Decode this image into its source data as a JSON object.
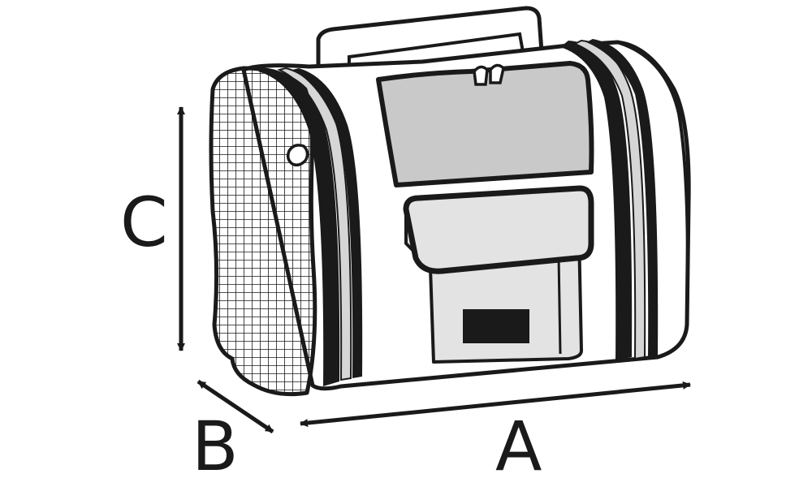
{
  "diagram": {
    "labels": {
      "height": "C",
      "depth": "B",
      "width": "A"
    },
    "colors": {
      "outline": "#1a1a1a",
      "fill": "#ffffff",
      "panel_gray": "#c9c9c9",
      "pocket_gray": "#e3e3e3",
      "stripe_gray": "#d6d6d6"
    }
  }
}
